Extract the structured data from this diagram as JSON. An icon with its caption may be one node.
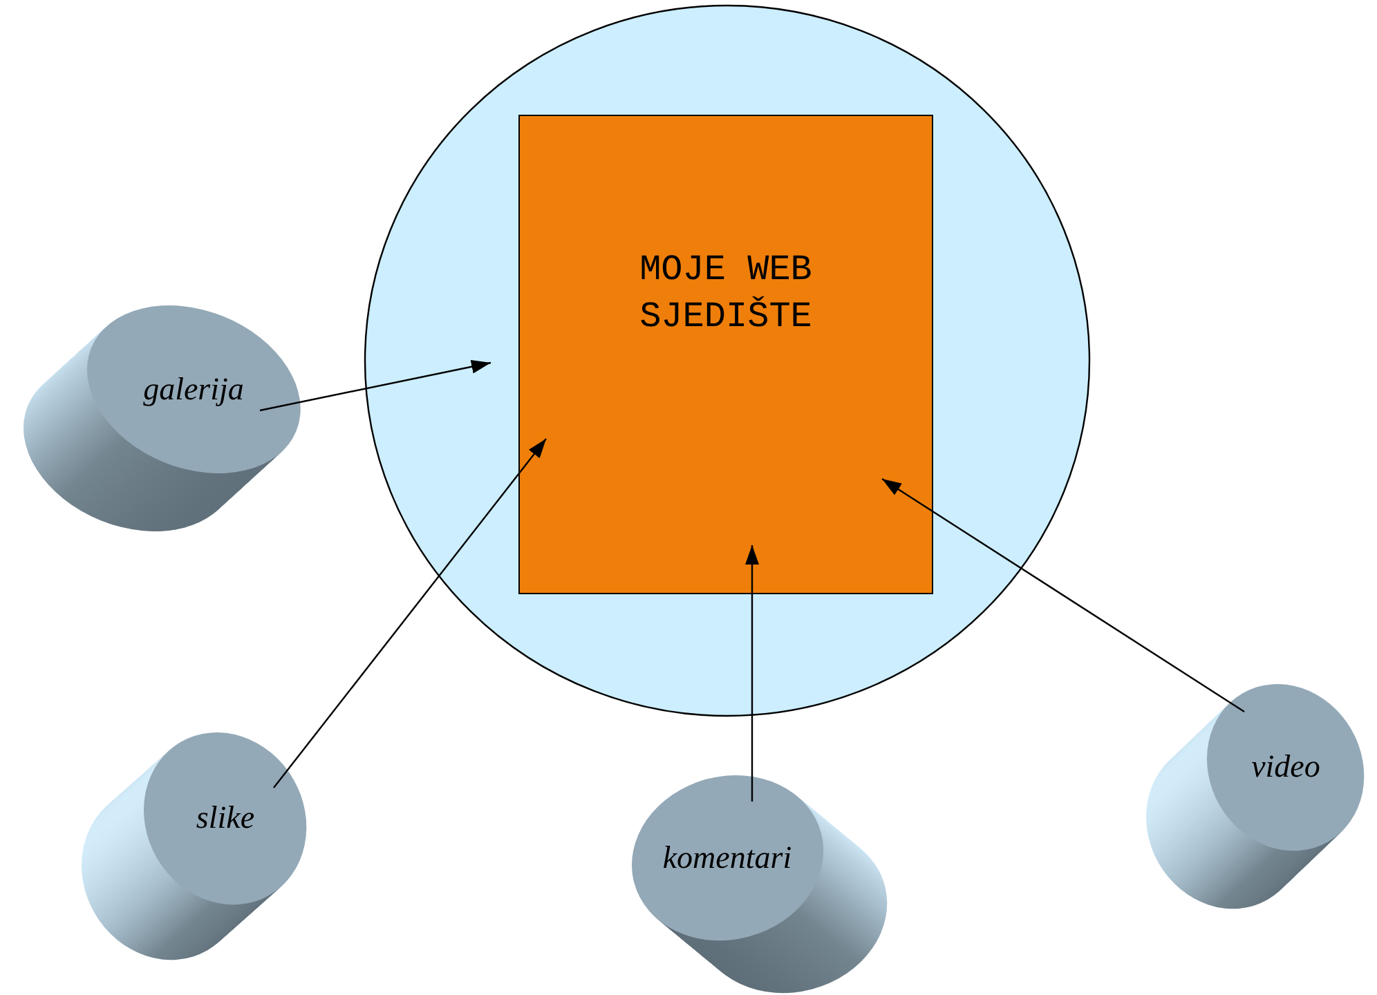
{
  "diagram": {
    "nodes": [
      {
        "text": [],
        "shape": "circle"
      },
      {
        "text": [
          "MOJE WEB SJEDIŠTE"
        ],
        "in": 0
      },
      {
        "text": [
          "galerija"
        ]
      },
      {
        "text": [
          "slike"
        ]
      },
      {
        "text": [
          "komentari"
        ]
      },
      {
        "text": [
          "video"
        ]
      }
    ],
    "edges": [
      {
        "from": 2,
        "to": 1,
        "arrow": "to"
      },
      {
        "from": 3,
        "to": 1,
        "arrow": "to"
      },
      {
        "from": 4,
        "to": 1,
        "arrow": "to"
      },
      {
        "from": 5,
        "to": 1,
        "arrow": "to"
      }
    ]
  }
}
